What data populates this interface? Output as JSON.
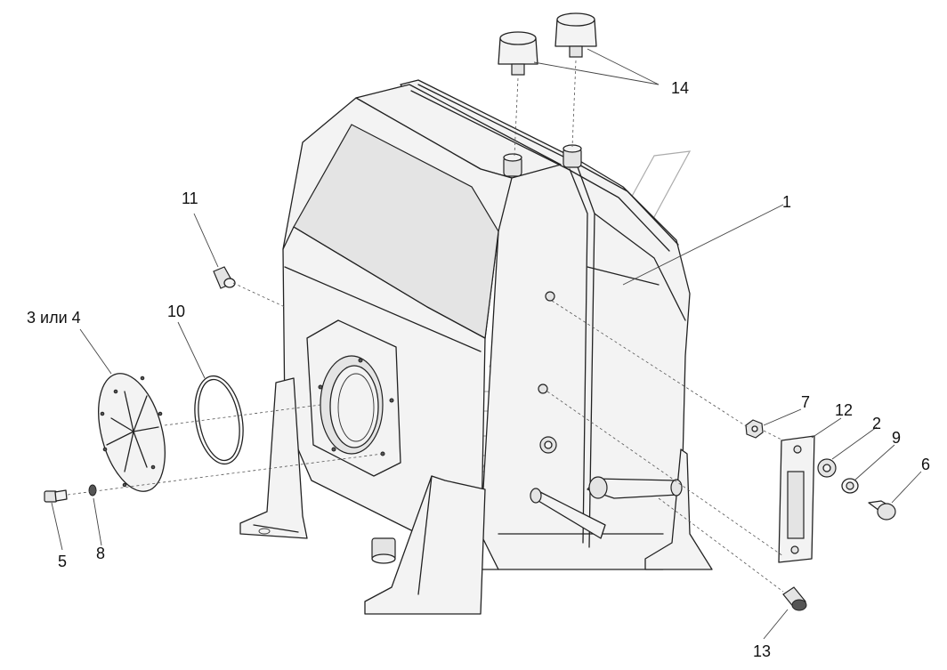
{
  "diagram": {
    "callouts": [
      {
        "id": "1",
        "label": "1"
      },
      {
        "id": "2",
        "label": "2"
      },
      {
        "id": "3or4",
        "label": "3 или 4"
      },
      {
        "id": "5",
        "label": "5"
      },
      {
        "id": "6",
        "label": "6"
      },
      {
        "id": "7",
        "label": "7"
      },
      {
        "id": "8",
        "label": "8"
      },
      {
        "id": "9",
        "label": "9"
      },
      {
        "id": "10",
        "label": "10"
      },
      {
        "id": "11",
        "label": "11"
      },
      {
        "id": "12",
        "label": "12"
      },
      {
        "id": "13",
        "label": "13"
      },
      {
        "id": "14",
        "label": "14"
      }
    ]
  }
}
